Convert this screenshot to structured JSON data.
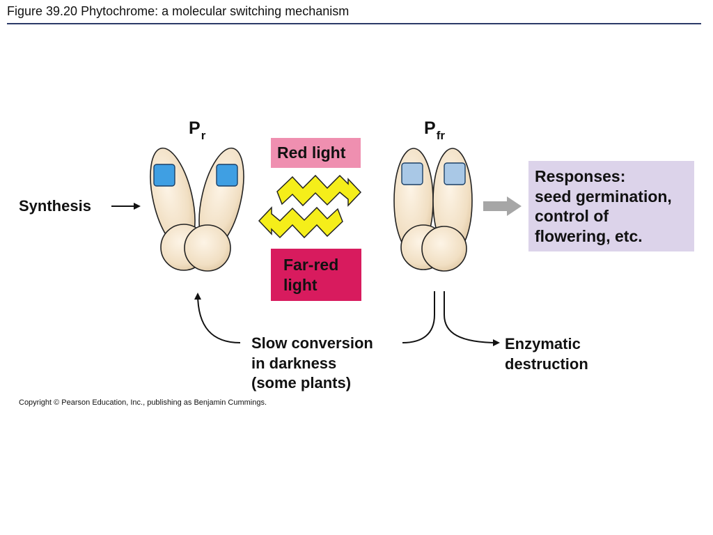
{
  "figure": {
    "title": "Figure 39.20  Phytochrome: a molecular switching mechanism",
    "copyright": "Copyright © Pearson Education, Inc., publishing as Benjamin Cummings."
  },
  "diagram": {
    "pr": {
      "letter": "P",
      "sub": "r"
    },
    "pfr": {
      "letter": "P",
      "sub": "fr"
    },
    "synthesis": "Synthesis",
    "red_light": "Red light",
    "far_red_light": "Far-red\nlight",
    "responses": "Responses:\nseed germination,\ncontrol of\nflowering, etc.",
    "slow_conversion": "Slow conversion\nin darkness\n(some plants)",
    "enzymatic_destruction": "Enzymatic\ndestruction"
  },
  "colors": {
    "red_light_box": "#ef8fb0",
    "far_red_box": "#d81b5e",
    "responses_box": "#dcd3ea",
    "protein_body": "#f3e2c8",
    "pr_chromophore": "#3f9fe3",
    "pfr_chromophore": "#a9c8e6",
    "light_arrow": "#f5ee1a"
  },
  "icons": {
    "light_arrows": "zigzag-arrow-icon",
    "response_arrow": "gray-block-arrow-icon"
  }
}
